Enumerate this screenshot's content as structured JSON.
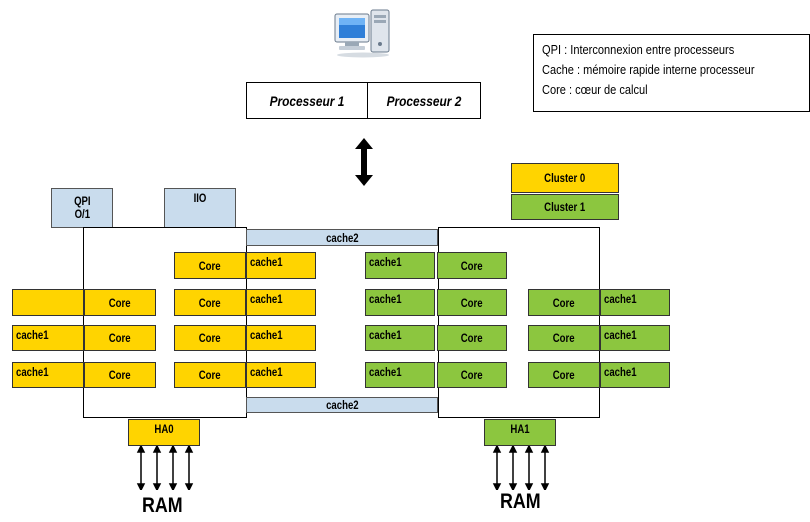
{
  "legend": {
    "qpi": "QPI : Interconnexion entre processeurs",
    "cache": "Cache : mémoire rapide interne processeur",
    "core": "Core : cœur de calcul"
  },
  "processors": {
    "p1": "Processeur 1",
    "p2": "Processeur 2"
  },
  "clusters": {
    "c0": "Cluster 0",
    "c1": "Cluster 1"
  },
  "labels": {
    "qpi": "QPI\nO/1",
    "iio": "IIO",
    "cache2": "cache2",
    "cache1": "cache1",
    "core": "Core",
    "ha0": "HA0",
    "ha1": "HA1",
    "ram": "RAM"
  },
  "colors": {
    "cluster0": "#ffd400",
    "cluster1": "#8cc63f",
    "shared": "#c9dced"
  },
  "icons": [
    "computer-icon",
    "double-arrow-icon"
  ]
}
